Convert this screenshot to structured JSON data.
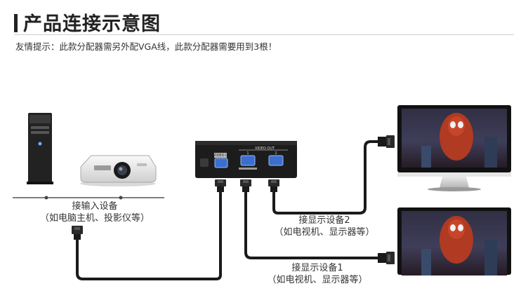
{
  "title": "产品连接示意图",
  "tip": "友情提示：此款分配器需另外配VGA线，此款分配器需要用到3根！",
  "splitter": {
    "input_label": "VIDEO IN",
    "output_label": "VIDEO OUT",
    "port_1": "1",
    "port_2": "2"
  },
  "input_device": {
    "line1": "接输入设备",
    "line2": "（如电脑主机、投影仪等）"
  },
  "display_2": {
    "line1": "接显示设备2",
    "line2": "（如电视机、显示器等）"
  },
  "display_1": {
    "line1": "接显示设备1",
    "line2": "（如电视机、显示器等）"
  },
  "colors": {
    "cable": "#1a1a1a",
    "screen_sky": "#b03a22",
    "splitter_body": "#1c1c1c",
    "vga_port": "#3a6fd0"
  }
}
